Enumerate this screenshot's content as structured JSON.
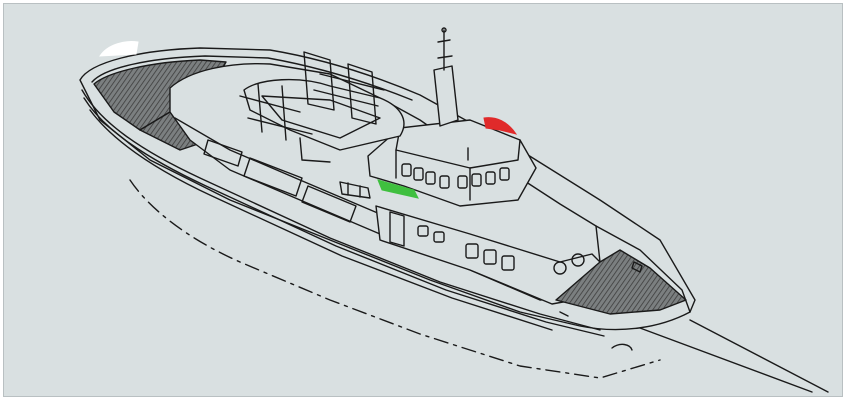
{
  "colors": {
    "background": "#d9e0e1",
    "line": "#1a1a1a",
    "deck_hatch": "#5a5a5a",
    "port_light": "#e02a2a",
    "starboard_light": "#3fbf3f",
    "stern_light": "#ffffff"
  },
  "lights": [
    {
      "name": "port-sidelight",
      "color": "#e02a2a"
    },
    {
      "name": "starboard-sidelight",
      "color": "#3fbf3f"
    },
    {
      "name": "sternlight",
      "color": "#ffffff"
    }
  ]
}
